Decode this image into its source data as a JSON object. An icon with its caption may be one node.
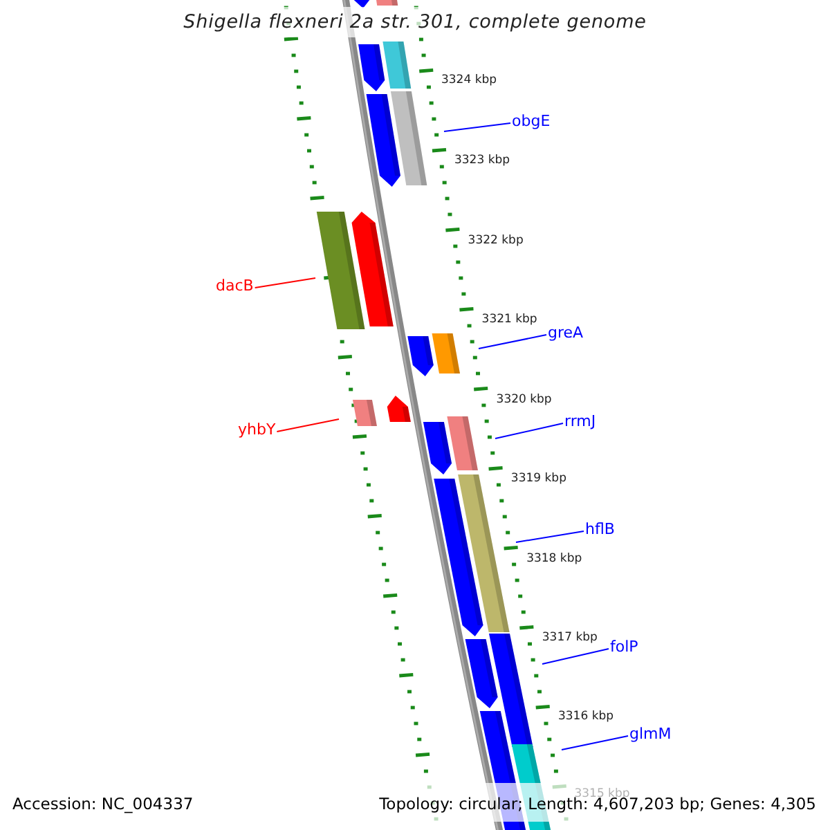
{
  "diagram": {
    "title": "Shigella flexneri 2a str. 301, complete genome",
    "nodes": [
      {
        "text": [
          "obgE"
        ]
      },
      {
        "text": [
          "dacB"
        ]
      },
      {
        "text": [
          "greA"
        ]
      },
      {
        "text": [
          "yhbY"
        ]
      },
      {
        "text": [
          "rrmJ"
        ]
      },
      {
        "text": [
          "hflB"
        ]
      },
      {
        "text": [
          "folP"
        ]
      },
      {
        "text": [
          "glmM"
        ]
      }
    ],
    "edges": [
      {
        "from": 0,
        "to": null,
        "arrow": "none"
      },
      {
        "from": 1,
        "to": null,
        "arrow": "none",
        "color": "#ff0000"
      },
      {
        "from": 2,
        "to": null,
        "arrow": "none"
      },
      {
        "from": 3,
        "to": null,
        "arrow": "none",
        "color": "#ff0000"
      },
      {
        "from": 4,
        "to": null,
        "arrow": "none"
      },
      {
        "from": 5,
        "to": null,
        "arrow": "none"
      },
      {
        "from": 6,
        "to": null,
        "arrow": "none"
      },
      {
        "from": 7,
        "to": null,
        "arrow": "none"
      }
    ],
    "labels": [
      "3324 kbp",
      "3323 kbp",
      "3322 kbp",
      "3321 kbp",
      "3320 kbp",
      "3319 kbp",
      "3318 kbp",
      "3317 kbp",
      "3316 kbp",
      "3315 kbp",
      "Accession: NC_004337",
      "Topology: circular; Length: 4,607,203 bp; Genes: 4,305"
    ]
  }
}
